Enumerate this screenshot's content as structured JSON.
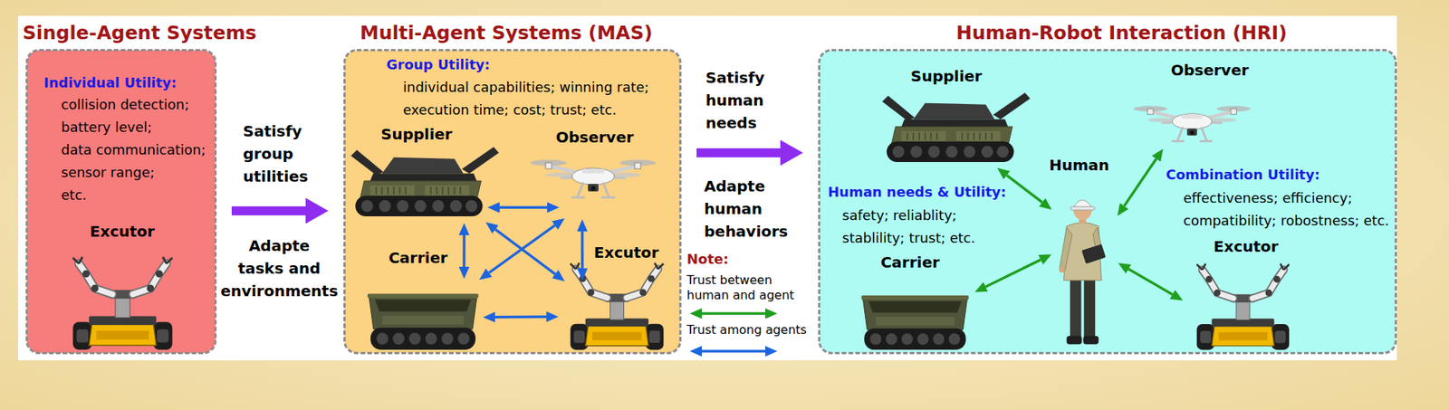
{
  "diagram": {
    "nodes": [
      {
        "text": [
          "Single-Agent Systems",
          "Individual Utility:",
          "collision detection; battery level; data communication; sensor range; etc."
        ]
      },
      {
        "text": [
          "Excutor"
        ],
        "in": 0
      },
      {
        "text": [
          "Multi-Agent Systems (MAS)",
          "Group Utility:",
          "individual capabilities; winning rate; execution time; cost; trust; etc."
        ]
      },
      {
        "text": [
          "Supplier"
        ],
        "in": 2
      },
      {
        "text": [
          "Observer"
        ],
        "in": 2
      },
      {
        "text": [
          "Carrier"
        ],
        "in": 2
      },
      {
        "text": [
          "Excutor"
        ],
        "in": 2
      },
      {
        "text": [
          "Human-Robot Interaction (HRI)",
          "Human needs & Utility:",
          "safety; reliablity; stablility; trust; etc.",
          "Combination Utility:",
          "effectiveness; efficiency; compatibility; robostness; etc."
        ]
      },
      {
        "text": [
          "Supplier"
        ],
        "in": 7
      },
      {
        "text": [
          "Observer"
        ],
        "in": 7
      },
      {
        "text": [
          "Human"
        ],
        "in": 7
      },
      {
        "text": [
          "Carrier"
        ],
        "in": 7
      },
      {
        "text": [
          "Excutor"
        ],
        "in": 7
      }
    ],
    "edges": [
      {
        "from": 0,
        "to": 2,
        "arrow": "to",
        "label": "Satisfy group utilities"
      },
      {
        "from": 2,
        "to": 7,
        "arrow": "to",
        "label": "Satisfy human needs"
      },
      {
        "from": 3,
        "to": 4,
        "arrow": "both"
      },
      {
        "from": 3,
        "to": 5,
        "arrow": "both"
      },
      {
        "from": 3,
        "to": 6,
        "arrow": "both"
      },
      {
        "from": 4,
        "to": 5,
        "arrow": "both"
      },
      {
        "from": 4,
        "to": 6,
        "arrow": "both"
      },
      {
        "from": 5,
        "to": 6,
        "arrow": "both"
      },
      {
        "from": 10,
        "to": 8,
        "arrow": "both"
      },
      {
        "from": 10,
        "to": 9,
        "arrow": "both"
      },
      {
        "from": 10,
        "to": 11,
        "arrow": "both"
      },
      {
        "from": 10,
        "to": 12,
        "arrow": "both"
      }
    ],
    "labels": [
      "Adapte tasks and environments",
      "Adapte human behaviors",
      "Note:"
    ],
    "legend": [
      {
        "text": "Trust between human and agent"
      },
      {
        "text": "Trust among agents"
      }
    ]
  }
}
